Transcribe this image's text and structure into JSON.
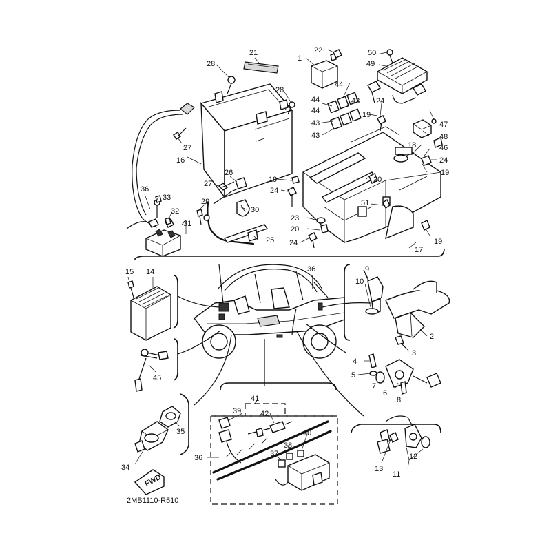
{
  "diagram_code": "2MB1110-R510",
  "fwd_arrow_label": "FWD",
  "callouts": {
    "c1": "1",
    "c2": "2",
    "c3": "3",
    "c4": "4",
    "c5": "5",
    "c6": "6",
    "c7": "7",
    "c8": "8",
    "c9": "9",
    "c10": "10",
    "c11": "11",
    "c12": "12",
    "c13": "13",
    "c14": "14",
    "c15": "15",
    "c16": "16",
    "c17": "17",
    "c18": "18",
    "c19a": "19",
    "c19b": "19",
    "c19c": "19",
    "c19d": "19",
    "c20a": "20",
    "c20b": "20",
    "c21": "21",
    "c22": "22",
    "c23": "23",
    "c24a": "24",
    "c24b": "24",
    "c24c": "24",
    "c24d": "24",
    "c25": "25",
    "c26": "26",
    "c27a": "27",
    "c27b": "27",
    "c28a": "28",
    "c28b": "28",
    "c29": "29",
    "c30": "30",
    "c31": "31",
    "c32": "32",
    "c33": "33",
    "c34": "34",
    "c35": "35",
    "c36a": "36",
    "c36b": "36",
    "c36c": "36",
    "c37": "37",
    "c38": "38",
    "c39": "39",
    "c40": "40",
    "c41": "41",
    "c42": "42",
    "c43a": "43",
    "c43b": "43",
    "c43c": "43",
    "c44a": "44",
    "c44b": "44",
    "c45": "45",
    "c46": "46",
    "c47": "47",
    "c48": "48",
    "c49": "49",
    "c50": "50",
    "c51": "51"
  }
}
